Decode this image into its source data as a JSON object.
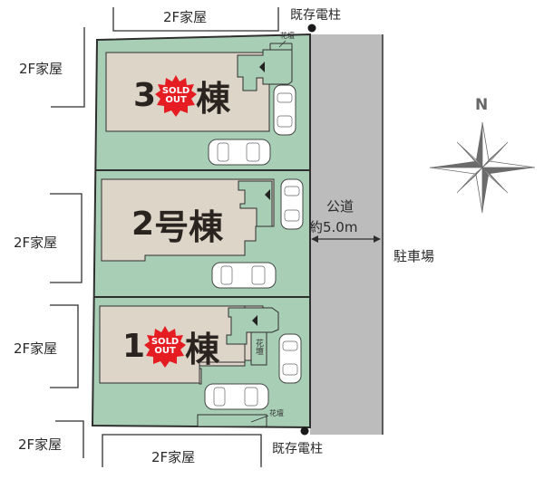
{
  "colors": {
    "lot_green": "#a8cfb6",
    "house_beige": "#ddd5c7",
    "road_gray": "#bdbcbc",
    "outline": "#2f2f2f",
    "sold_out_red": "#e51d23",
    "compass_gray": "#6b6b6b"
  },
  "neighbors": {
    "top": "2F家屋",
    "left_upper": "2F家屋",
    "left_middle": "2F家屋",
    "left_lower": "2F家屋",
    "left_bottom": "2F家屋",
    "bottom": "2F家屋"
  },
  "utility_poles": {
    "top_label": "既存電柱",
    "bottom_label": "既存電柱"
  },
  "road": {
    "name": "公道",
    "width": "約5.0m"
  },
  "parking_label": "駐車場",
  "compass": {
    "north_label": "N"
  },
  "lots": [
    {
      "id": "lot-3",
      "number": "3",
      "suffix": "棟",
      "sold_out": true,
      "badge_line1": "SOLD",
      "badge_line2": "OUT",
      "flowerbed_label": "花壇"
    },
    {
      "id": "lot-2",
      "number": "2",
      "suffix": "号棟",
      "sold_out": false
    },
    {
      "id": "lot-1",
      "number": "1",
      "suffix": "棟",
      "sold_out": true,
      "badge_line1": "SOLD",
      "badge_line2": "OUT",
      "flowerbed_label_side": "花壇",
      "flowerbed_label_bottom": "花壇"
    }
  ]
}
